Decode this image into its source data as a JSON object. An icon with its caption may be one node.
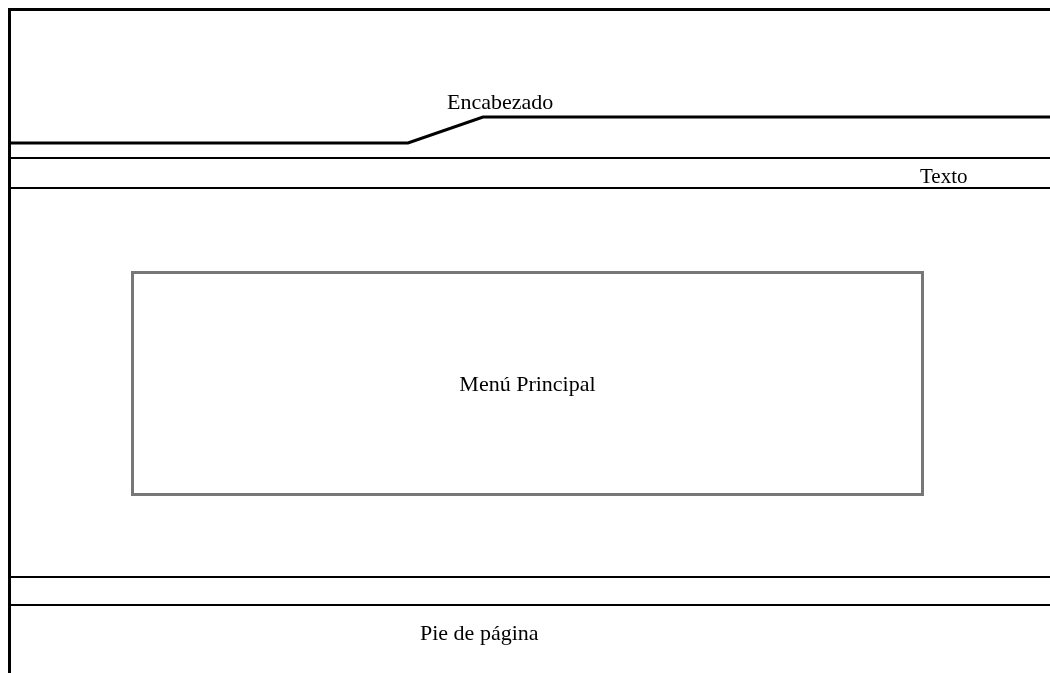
{
  "diagram": {
    "nodes": [
      {
        "text": [
          "Encabezado"
        ]
      },
      {
        "text": [
          "Texto"
        ]
      },
      {
        "text": [
          "Menú Principal"
        ]
      },
      {
        "text": [
          "Pie de página"
        ]
      }
    ]
  }
}
